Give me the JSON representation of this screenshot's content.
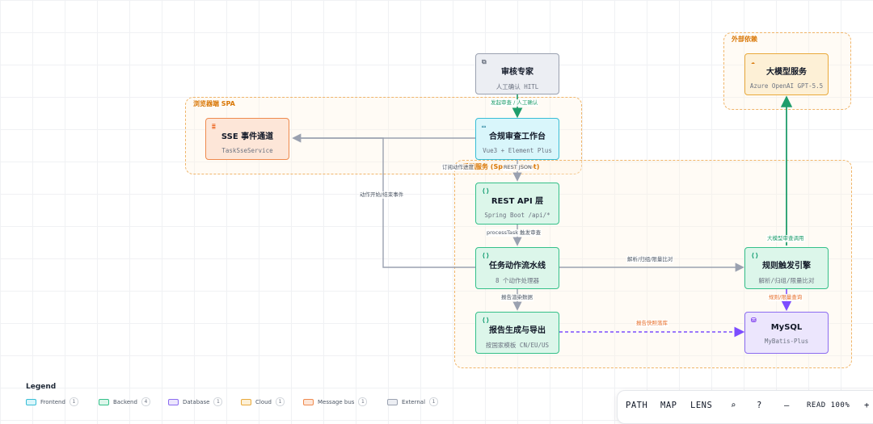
{
  "groups": {
    "browser": "浏览器端 SPA",
    "backend": "后端服务 (Spring Boot)",
    "external": "外部依赖"
  },
  "nodes": {
    "reviewer": {
      "icon": "external-box-icon",
      "title": "审核专家",
      "sub": "人工确认 HITL"
    },
    "workbench": {
      "icon": "window-icon",
      "title": "合规审查工作台",
      "sub": "Vue3 + Element Plus"
    },
    "sse": {
      "icon": "queue-icon",
      "title": "SSE 事件通道",
      "sub": "TaskSseService"
    },
    "api": {
      "icon": "code-icon",
      "title": "REST API 层",
      "sub": "Spring Boot /api/*"
    },
    "pipeline": {
      "icon": "code-icon",
      "title": "任务动作流水线",
      "sub": "8 个动作处理器"
    },
    "report": {
      "icon": "code-icon",
      "title": "报告生成与导出",
      "sub": "按国家模板 CN/EU/US"
    },
    "rules": {
      "icon": "code-icon",
      "title": "规则触发引擎",
      "sub": "解析/归组/限量比对"
    },
    "mysql": {
      "icon": "database-icon",
      "title": "MySQL",
      "sub": "MyBatis-Plus"
    },
    "llm": {
      "icon": "cloud-icon",
      "title": "大模型服务",
      "sub": "Azure OpenAI GPT-5.5"
    }
  },
  "edges": {
    "reviewer_workbench": "发起审查 / 人工确认",
    "workbench_sse": "订阅动作进度",
    "workbench_api": "REST JSON",
    "pipeline_sse": "动作开始/结束事件",
    "api_pipeline": "processTask 触发审查",
    "pipeline_rules": "解析/归组/限量比对",
    "pipeline_report": "报告渲染数据",
    "rules_llm": "大模型审查调用",
    "rules_mysql": "规则/限量查询",
    "report_mysql": "报告快照落库"
  },
  "legend": {
    "title": "Legend",
    "items": [
      {
        "label": "Frontend",
        "count": "1",
        "color": "#38bdd6",
        "fill": "#d9f6fb"
      },
      {
        "label": "Backend",
        "count": "4",
        "color": "#34c089",
        "fill": "#dcf6ea"
      },
      {
        "label": "Database",
        "count": "1",
        "color": "#8b6cf0",
        "fill": "#ece6fd"
      },
      {
        "label": "Cloud",
        "count": "1",
        "color": "#e9a93b",
        "fill": "#fdf0d6"
      },
      {
        "label": "Message bus",
        "count": "1",
        "color": "#ef8a4e",
        "fill": "#fde6d8"
      },
      {
        "label": "External",
        "count": "1",
        "color": "#9aa1b0",
        "fill": "#eceef3"
      }
    ]
  },
  "toolbar": {
    "path": "PATH",
    "map": "MAP",
    "lens": "LENS",
    "search": "⌕",
    "help": "?",
    "zoom_out": "–",
    "zoom_label": "READ 100%",
    "zoom_in": "+"
  },
  "colors": {
    "group_border": "#f0b56a",
    "edge_gray": "#9aa1b0",
    "edge_green": "#1f9d6b",
    "edge_purple": "#7c4dff",
    "edge_orange": "#e76f2a"
  }
}
